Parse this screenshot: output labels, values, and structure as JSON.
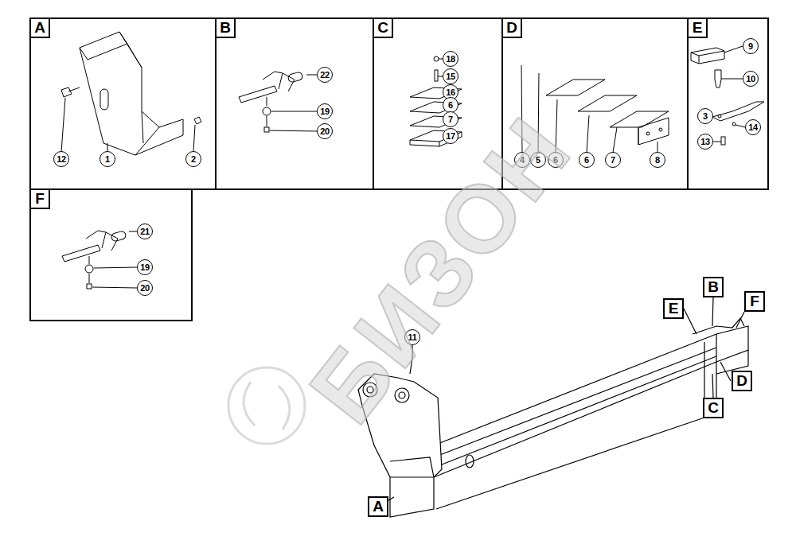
{
  "diagram": {
    "nodes": [
      {
        "text": [
          "A"
        ]
      },
      {
        "text": [
          "12"
        ],
        "in": 0
      },
      {
        "text": [
          "1"
        ],
        "in": 0
      },
      {
        "text": [
          "2"
        ],
        "in": 0
      },
      {
        "text": [
          "B"
        ]
      },
      {
        "text": [
          "22"
        ],
        "in": 4
      },
      {
        "text": [
          "19"
        ],
        "in": 4
      },
      {
        "text": [
          "20"
        ],
        "in": 4
      },
      {
        "text": [
          "C"
        ]
      },
      {
        "text": [
          "18"
        ],
        "in": 8
      },
      {
        "text": [
          "15"
        ],
        "in": 8
      },
      {
        "text": [
          "16"
        ],
        "in": 8
      },
      {
        "text": [
          "6"
        ],
        "in": 8
      },
      {
        "text": [
          "7"
        ],
        "in": 8
      },
      {
        "text": [
          "17"
        ],
        "in": 8
      },
      {
        "text": [
          "D"
        ]
      },
      {
        "text": [
          "4"
        ],
        "in": 15
      },
      {
        "text": [
          "5"
        ],
        "in": 15
      },
      {
        "text": [
          "6"
        ],
        "in": 15
      },
      {
        "text": [
          "6"
        ],
        "in": 15
      },
      {
        "text": [
          "7"
        ],
        "in": 15
      },
      {
        "text": [
          "8"
        ],
        "in": 15
      },
      {
        "text": [
          "E"
        ]
      },
      {
        "text": [
          "9"
        ],
        "in": 22
      },
      {
        "text": [
          "10"
        ],
        "in": 22
      },
      {
        "text": [
          "3"
        ],
        "in": 22
      },
      {
        "text": [
          "14"
        ],
        "in": 22
      },
      {
        "text": [
          "13"
        ],
        "in": 22
      },
      {
        "text": [
          "F"
        ]
      },
      {
        "text": [
          "21"
        ],
        "in": 28
      },
      {
        "text": [
          "19"
        ],
        "in": 28
      },
      {
        "text": [
          "20"
        ],
        "in": 28
      },
      {
        "text": [
          "11"
        ]
      },
      {
        "text": [
          "B"
        ]
      },
      {
        "text": [
          "E"
        ]
      },
      {
        "text": [
          "F"
        ]
      },
      {
        "text": [
          "D"
        ]
      },
      {
        "text": [
          "C"
        ]
      },
      {
        "text": [
          "A"
        ]
      }
    ],
    "labels": [
      "БИЗОН"
    ]
  }
}
